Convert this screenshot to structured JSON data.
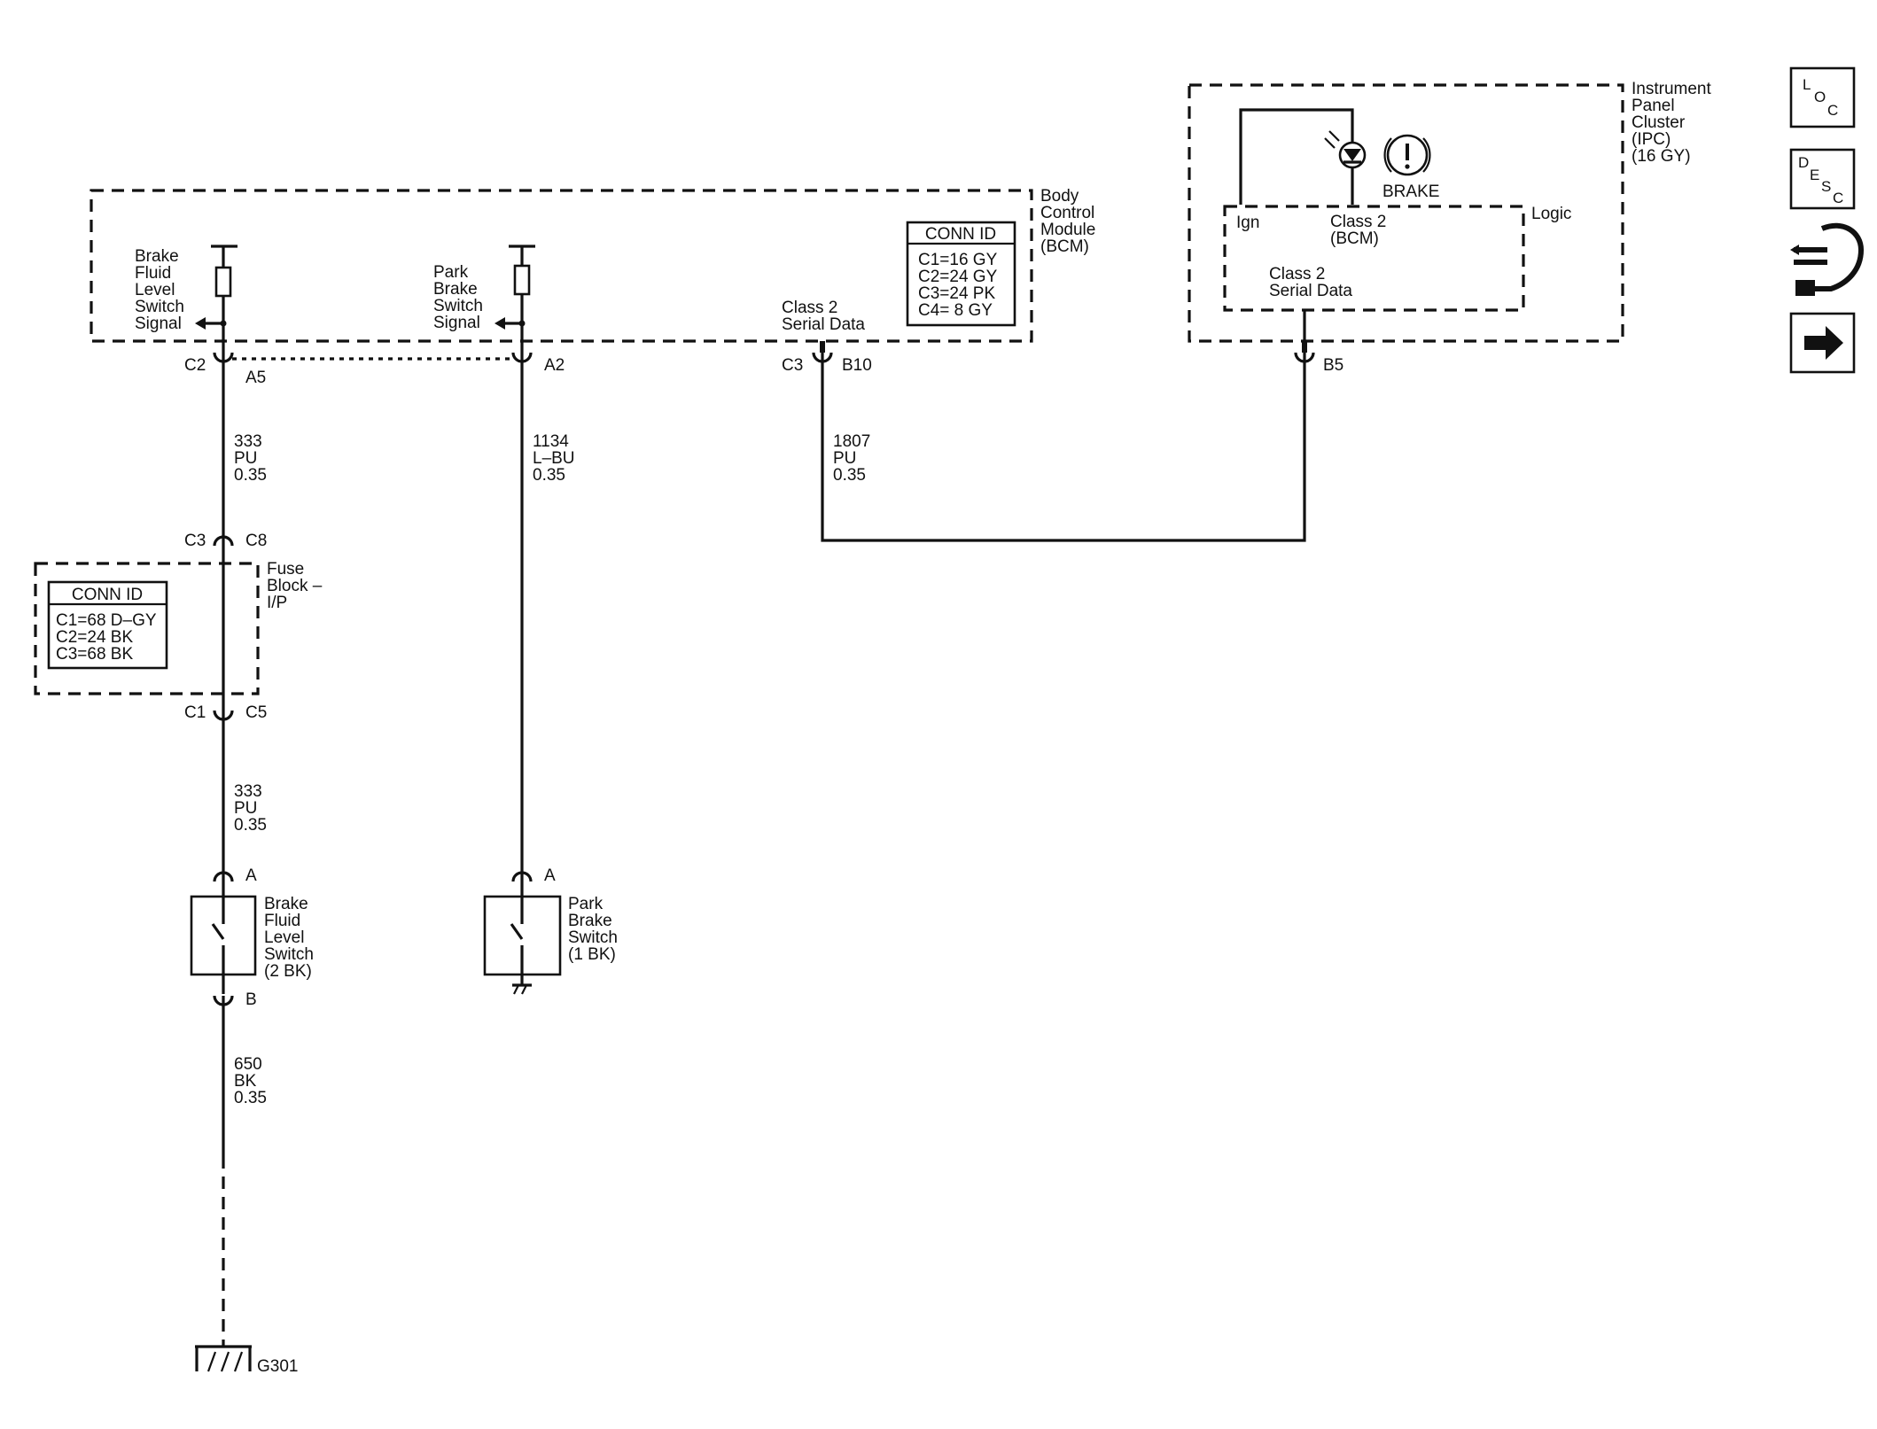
{
  "bcm": {
    "name_lines": [
      "Body",
      "Control",
      "Module",
      "(BCM)"
    ],
    "conn_title": "CONN ID",
    "conn_lines": [
      "C1=16 GY",
      "C2=24 GY",
      "C3=24 PK",
      "C4=  8 GY"
    ],
    "brake_fluid_signal": [
      "Brake",
      "Fluid",
      "Level",
      "Switch",
      "Signal"
    ],
    "park_brake_signal": [
      "Park",
      "Brake",
      "Switch",
      "Signal"
    ],
    "class2_label": [
      "Class 2",
      "Serial Data"
    ]
  },
  "ipc": {
    "name_lines": [
      "Instrument",
      "Panel",
      "Cluster",
      "(IPC)",
      "(16 GY)"
    ],
    "indicator_label": "BRAKE",
    "logic_label": "Logic",
    "ign_label": "Ign",
    "class2_bcm": [
      "Class 2",
      "(BCM)"
    ],
    "class2_serial": [
      "Class 2",
      "Serial Data"
    ]
  },
  "fuse_block": {
    "name_lines": [
      "Fuse",
      "Block –",
      "I/P"
    ],
    "conn_title": "CONN ID",
    "conn_lines": [
      "C1=68 D–GY",
      "C2=24 BK",
      "C3=68 BK"
    ]
  },
  "connectors": {
    "bcm_c2": "C2",
    "bcm_a5": "A5",
    "bcm_a2": "A2",
    "bcm_c3": "C3",
    "bcm_b10": "B10",
    "ipc_b5": "B5",
    "fb_c3": "C3",
    "fb_c8": "C8",
    "fb_c1": "C1",
    "fb_c5": "C5",
    "bfls_a": "A",
    "bfls_b": "B",
    "pbs_a": "A"
  },
  "wires": {
    "w333_top": [
      "333",
      "PU",
      "0.35"
    ],
    "w1134": [
      "1134",
      "L–BU",
      "0.35"
    ],
    "w1807": [
      "1807",
      "PU",
      "0.35"
    ],
    "w333_bottom": [
      "333",
      "PU",
      "0.35"
    ],
    "w650": [
      "650",
      "BK",
      "0.35"
    ]
  },
  "components": {
    "brake_fluid_switch": [
      "Brake",
      "Fluid",
      "Level",
      "Switch",
      "(2 BK)"
    ],
    "park_brake_switch": [
      "Park",
      "Brake",
      "Switch",
      "(1 BK)"
    ],
    "ground": "G301"
  },
  "nav": {
    "loc": [
      "L",
      "O",
      "C"
    ],
    "desc": [
      "D",
      "E",
      "S",
      "C"
    ]
  }
}
